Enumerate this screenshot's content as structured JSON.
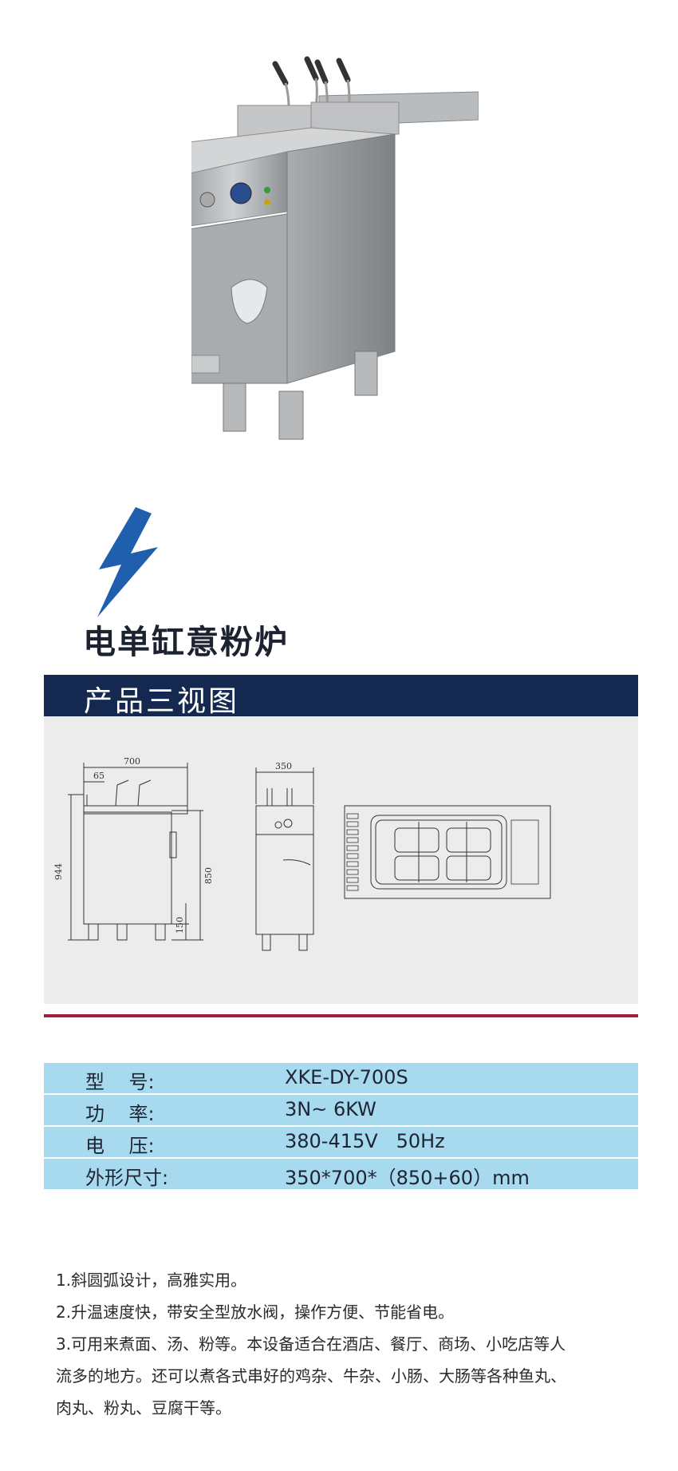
{
  "product": {
    "title": "电单缸意粉炉",
    "photo_icon": "pasta-cooker-photo"
  },
  "icons": {
    "bolt": "lightning-bolt-icon",
    "bolt_color": "#1f5fae"
  },
  "section": {
    "title": "产品三视图",
    "header_color": "#15284f",
    "divider_color": "#a0213c"
  },
  "drawings": {
    "side_view": {
      "dim_width": "700",
      "dim_offset": "65",
      "dim_height_total": "944",
      "dim_height_body": "850",
      "dim_leg": "150"
    },
    "front_view": {
      "dim_width": "350"
    },
    "top_view": {}
  },
  "specs": {
    "row_color": "#a7d9ef",
    "rows": [
      {
        "label": "型    号:",
        "value": "XKE-DY-700S"
      },
      {
        "label": "功    率:",
        "value": "3N~ 6KW"
      },
      {
        "label": "电    压:",
        "value": "380-415V   50Hz"
      },
      {
        "label": "外形尺寸:",
        "value": "350*700*（850+60）mm"
      }
    ]
  },
  "features": [
    "1.斜圆弧设计，高雅实用。",
    "2.升温速度快，带安全型放水阀，操作方便、节能省电。",
    "3.可用来煮面、汤、粉等。本设备适合在酒店、餐厅、商场、小吃店等人",
    "流多的地方。还可以煮各式串好的鸡杂、牛杂、小肠、大肠等各种鱼丸、",
    "肉丸、粉丸、豆腐干等。"
  ]
}
